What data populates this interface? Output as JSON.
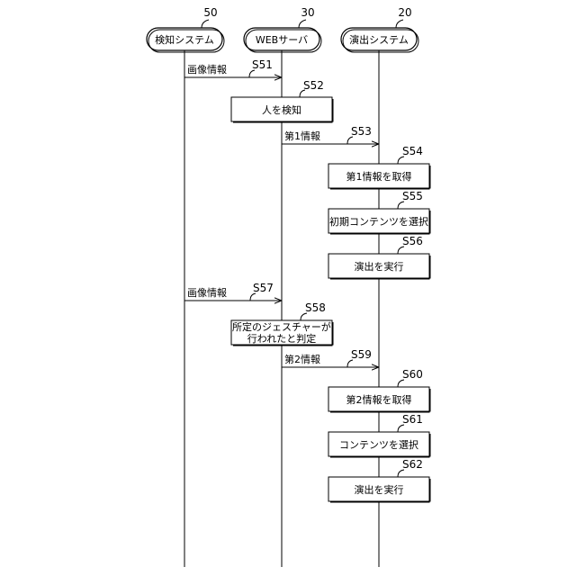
{
  "lanes": [
    {
      "id": "detect",
      "name": "検知システム",
      "ref": "50"
    },
    {
      "id": "web",
      "name": "WEBサーバ",
      "ref": "30"
    },
    {
      "id": "perf",
      "name": "演出システム",
      "ref": "20"
    }
  ],
  "messages": [
    {
      "step": "S51",
      "label": "画像情報",
      "from": "detect",
      "to": "web"
    },
    {
      "step": "S53",
      "label": "第1情報",
      "from": "web",
      "to": "perf"
    },
    {
      "step": "S57",
      "label": "画像情報",
      "from": "detect",
      "to": "web"
    },
    {
      "step": "S59",
      "label": "第2情報",
      "from": "web",
      "to": "perf"
    }
  ],
  "processes": [
    {
      "step": "S52",
      "lane": "web",
      "lines": [
        "人を検知"
      ]
    },
    {
      "step": "S54",
      "lane": "perf",
      "lines": [
        "第1情報を取得"
      ]
    },
    {
      "step": "S55",
      "lane": "perf",
      "lines": [
        "初期コンテンツを選択"
      ]
    },
    {
      "step": "S56",
      "lane": "perf",
      "lines": [
        "演出を実行"
      ]
    },
    {
      "step": "S58",
      "lane": "web",
      "lines": [
        "所定のジェスチャーが",
        "行われたと判定"
      ]
    },
    {
      "step": "S60",
      "lane": "perf",
      "lines": [
        "第2情報を取得"
      ]
    },
    {
      "step": "S61",
      "lane": "perf",
      "lines": [
        "コンテンツを選択"
      ]
    },
    {
      "step": "S62",
      "lane": "perf",
      "lines": [
        "演出を実行"
      ]
    }
  ]
}
